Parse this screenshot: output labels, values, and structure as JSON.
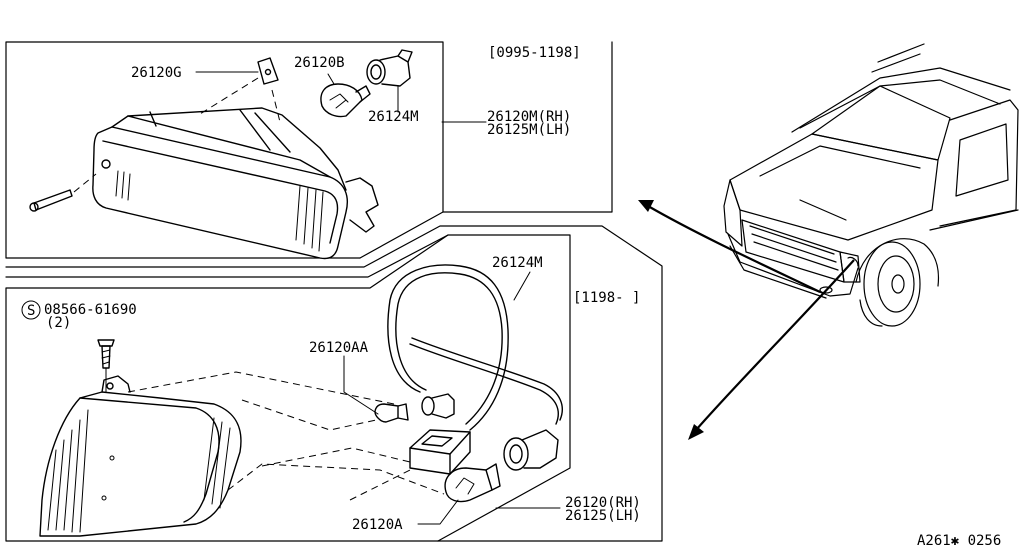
{
  "diagram": {
    "top_section": {
      "date_range": "[0995-1198]",
      "labels": {
        "clip": "26120G",
        "bulb": "26120B",
        "socket": "26124M",
        "lamp_rh": "26120M(RH)",
        "lamp_lh": "26125M(LH)"
      }
    },
    "bottom_section": {
      "date_range": "[1198-  ]",
      "labels": {
        "screw_code": "08566-61690",
        "screw_symbol": "S",
        "screw_qty": "(2)",
        "harness": "26124M",
        "small_bulb": "26120AA",
        "large_bulb": "26120A",
        "lamp_rh": "26120(RH)",
        "lamp_lh": "26125(LH)"
      }
    },
    "reference": "A261✱ 0256"
  }
}
